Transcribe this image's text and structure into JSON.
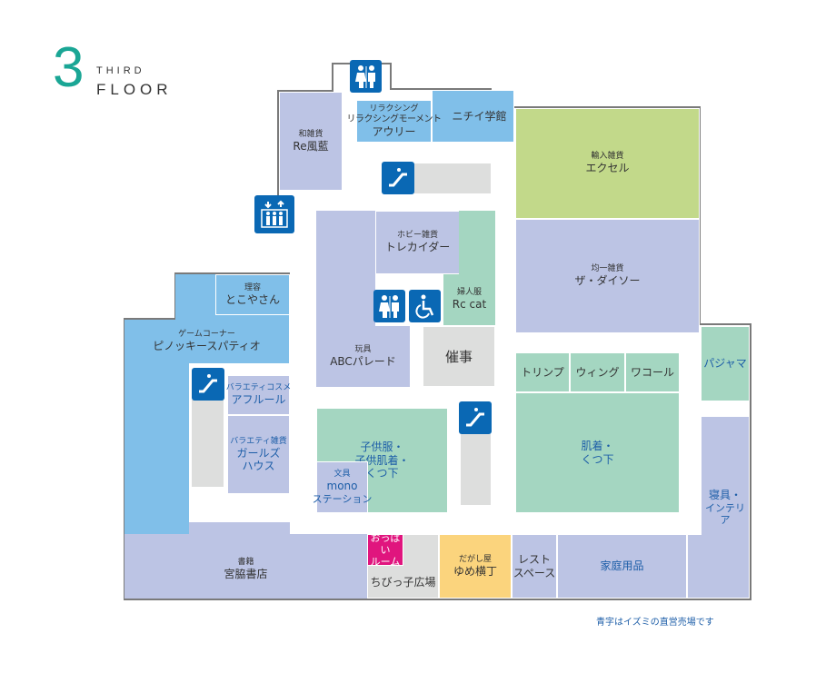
{
  "header": {
    "floor_number": "3",
    "floor_word1": "THIRD",
    "floor_word2": "FLOOR"
  },
  "shops": {
    "rehuuran": {
      "cat": "和雑貨",
      "name": "Re風藍"
    },
    "relaxing": {
      "cat": "リラクシング",
      "name": "リラクシングモーメント",
      "name2": "アウリー"
    },
    "nichii": {
      "name": "ニチイ学館"
    },
    "excel": {
      "cat": "輸入雑貨",
      "name": "エクセル"
    },
    "daiso": {
      "cat": "均一雑貨",
      "name": "ザ・ダイソー"
    },
    "trecaider": {
      "cat": "ホビー雑貨",
      "name": "トレカイダー"
    },
    "rccat": {
      "cat": "婦人服",
      "name": "Rc cat"
    },
    "abc": {
      "cat": "玩具",
      "name": "ABCパレード"
    },
    "saiji": {
      "name": "催事"
    },
    "tokoya": {
      "cat": "理容",
      "name": "とこやさん"
    },
    "pinocchio": {
      "cat": "ゲームコーナー",
      "name": "ピノッキースパティオ"
    },
    "afurule": {
      "cat": "バラエティコスメ",
      "name": "アフルール"
    },
    "girls": {
      "cat": "バラエティ雑貨",
      "name": "ガールズ",
      "name2": "ハウス"
    },
    "kids": {
      "l1": "子供服・",
      "l2": "子供肌着・",
      "l3": "くつ下"
    },
    "mono": {
      "cat": "文具",
      "name": "mono",
      "name2": "ステーション"
    },
    "triumph": {
      "name": "トリンプ"
    },
    "wing": {
      "name": "ウィング"
    },
    "wacoal": {
      "name": "ワコール"
    },
    "hadagi": {
      "l1": "肌着・",
      "l2": "くつ下"
    },
    "pajama": {
      "name": "パジャマ"
    },
    "shingu": {
      "l1": "寝具・",
      "l2": "インテリア"
    },
    "shoseki": {
      "cat": "書籍",
      "name": "宮脇書店"
    },
    "oppai": {
      "l1": "おっぱい",
      "l2": "ルーム"
    },
    "chibikko": {
      "name": "ちびっ子広場"
    },
    "yume": {
      "cat": "だがし屋",
      "name": "ゆめ横丁"
    },
    "rest": {
      "l1": "レスト",
      "l2": "スペース"
    },
    "katei": {
      "name": "家庭用品"
    }
  },
  "footnote": "青字はイズミの直営売場です",
  "colors": {
    "izumi_direct_text": "#1d5ea8",
    "icon": "#0a68b4",
    "logo": "#1aa695"
  }
}
